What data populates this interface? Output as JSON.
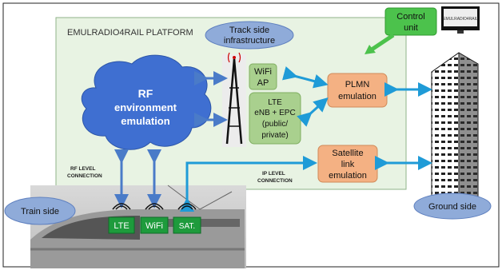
{
  "platform": {
    "title": "EMULRADIO4RAIL PLATFORM"
  },
  "rf_environment": {
    "line1": "RF",
    "line2": "environment",
    "line3": "emulation"
  },
  "track_side": {
    "line1": "Track side",
    "line2": "infrastructure"
  },
  "control_unit": {
    "line1": "Control",
    "line2": "unit",
    "screen_text": "EMULRADIO4RAIL"
  },
  "wifi_ap": {
    "line1": "WiFi",
    "line2": "AP"
  },
  "lte_box": {
    "line1": "LTE",
    "line2": "eNB + EPC",
    "line3": "(public/",
    "line4": "private)"
  },
  "plmn": {
    "line1": "PLMN",
    "line2": "emulation"
  },
  "satellite": {
    "line1": "Satellite",
    "line2": "link",
    "line3": "emulation"
  },
  "rf_level": {
    "line1": "RF LEVEL",
    "line2": "CONNECTION"
  },
  "ip_level": {
    "line1": "IP LEVEL",
    "line2": "CONNECTION"
  },
  "train_side": {
    "label": "Train side"
  },
  "ground_side": {
    "label": "Ground side"
  },
  "train_modules": [
    "LTE",
    "WiFi",
    "SAT."
  ],
  "colors": {
    "platform_fill": "#e8f3e3",
    "cloud_blue": "#3f6fd1",
    "ellipse_fill": "#8fabd9",
    "green_box": "#a9d08e",
    "orange_box": "#f4b183",
    "arrow_blue": "#4a7bc8",
    "arrow_cyan": "#1f9bd7",
    "control_green": "#4cc24c",
    "train_green": "#1e9b3c"
  }
}
